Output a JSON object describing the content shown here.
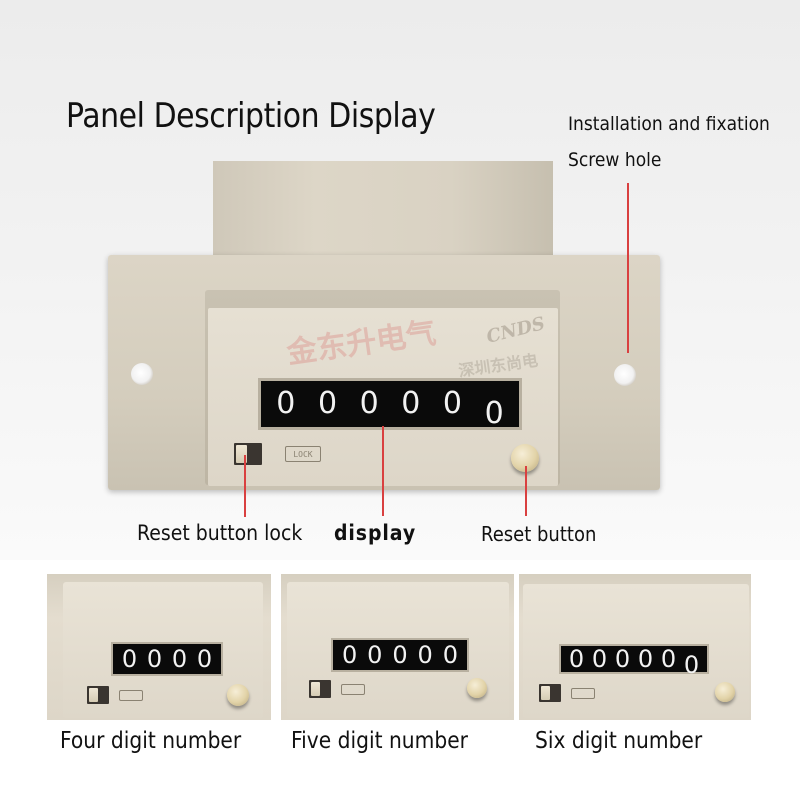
{
  "title": "Panel Description Display",
  "callouts": {
    "installation": "Installation and fixation",
    "screw_hole": "Screw hole",
    "reset_lock": "Reset button lock",
    "display": "display",
    "reset_button": "Reset button"
  },
  "main_counter": {
    "digits": [
      "0",
      "0",
      "0",
      "0",
      "0",
      "0"
    ],
    "lock_text": "LOCK",
    "watermark_cn": "金东升电气",
    "watermark_brand": "CNDS",
    "watermark_city": "深圳东尚电"
  },
  "variants": [
    {
      "caption": "Four digit number",
      "digits": [
        "0",
        "0",
        "0",
        "0"
      ]
    },
    {
      "caption": "Five digit number",
      "digits": [
        "0",
        "0",
        "0",
        "0",
        "0"
      ]
    },
    {
      "caption": "Six digit number",
      "digits": [
        "0",
        "0",
        "0",
        "0",
        "0",
        "0"
      ]
    }
  ],
  "colors": {
    "callout_line": "#d94040",
    "housing": "#ddd6c8",
    "display_bg": "#0a0a0a",
    "reset_button": "#e2d3a8"
  }
}
